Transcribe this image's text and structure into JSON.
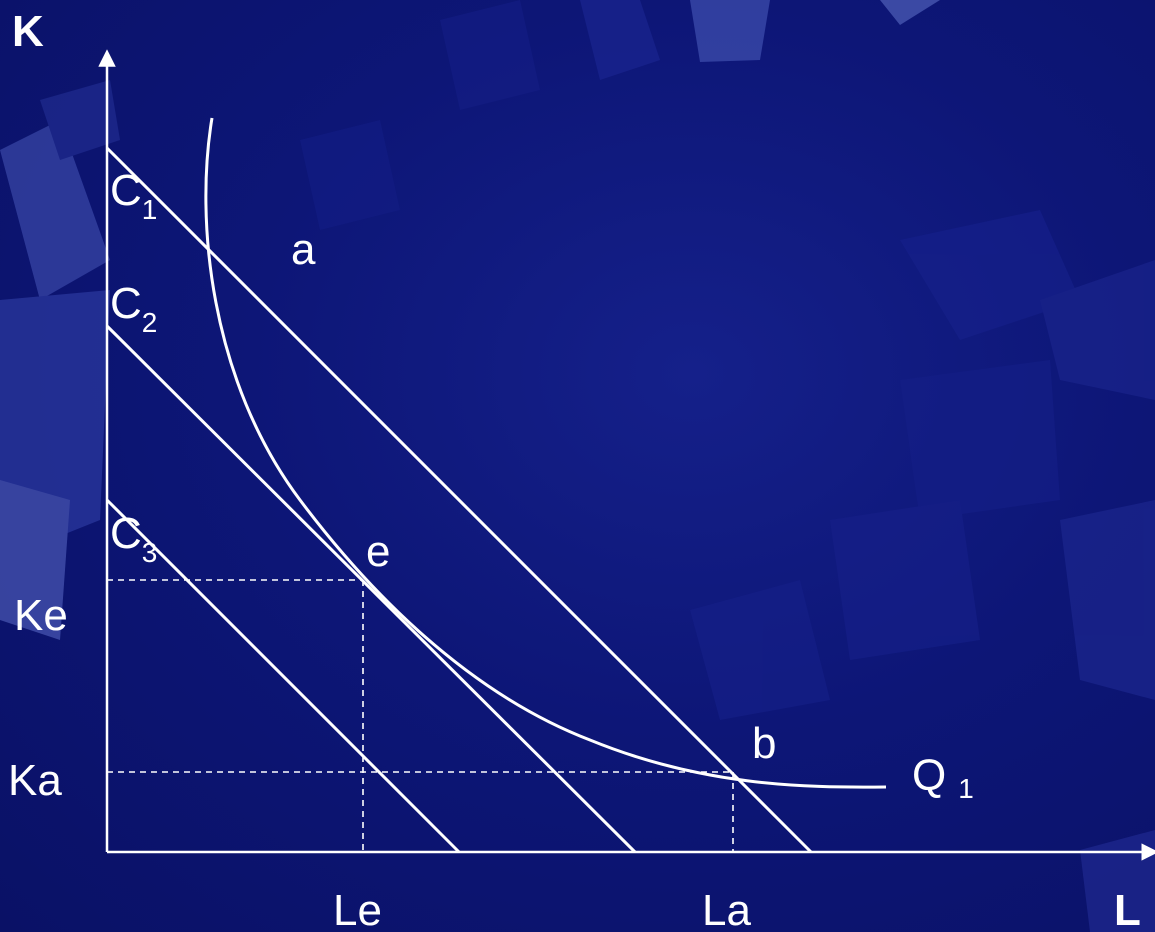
{
  "axes": {
    "y_label": "K",
    "x_label": "L"
  },
  "isocost_lines": [
    {
      "id": "c1",
      "name": "C",
      "subscript": "1"
    },
    {
      "id": "c2",
      "name": "C",
      "subscript": "2"
    },
    {
      "id": "c3",
      "name": "C",
      "subscript": "3"
    }
  ],
  "isoquant": {
    "name": "Q",
    "subscript": "1"
  },
  "points": {
    "a": "a",
    "e": "e",
    "b": "b"
  },
  "tick_labels": {
    "ke": "Ke",
    "ka": "Ka",
    "le": "Le",
    "la": "La"
  },
  "colors": {
    "background": "#0d1677",
    "foreground": "#ffffff",
    "decor": "#2a36a0"
  }
}
